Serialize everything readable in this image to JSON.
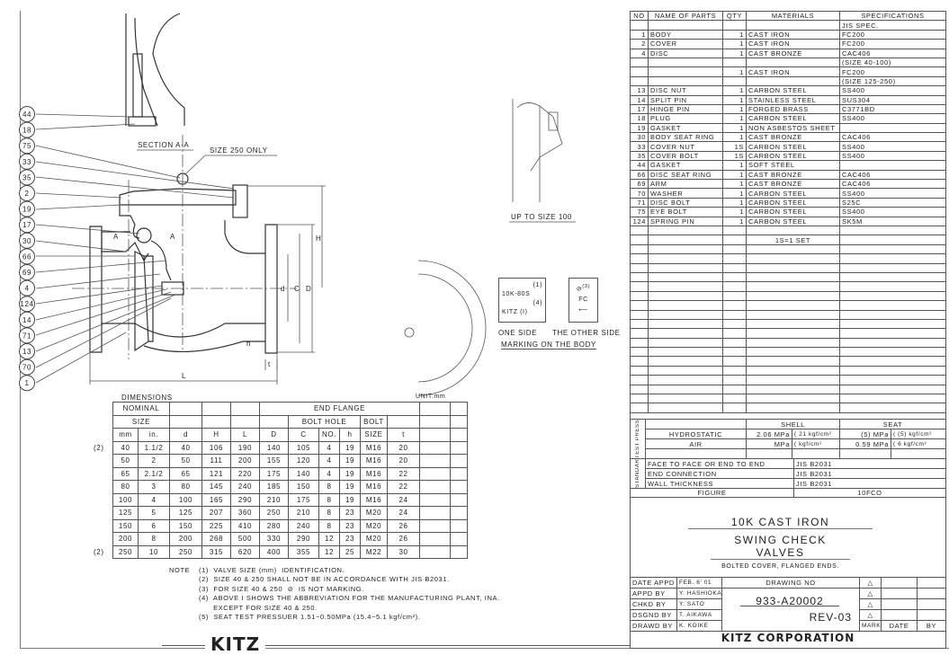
{
  "parts_table": {
    "headers": [
      "NO",
      "NAME OF PARTS",
      "QTY",
      "MATERIALS",
      "SPECIFICATIONS"
    ],
    "rows": [
      [
        "",
        "",
        "",
        "",
        "JIS SPEC."
      ],
      [
        "1",
        "BODY",
        "1",
        "CAST IRON",
        "FC200"
      ],
      [
        "2",
        "COVER",
        "1",
        "CAST IRON",
        "FC200"
      ],
      [
        "4",
        "DISC",
        "1",
        "CAST BRONZE",
        "CAC406"
      ],
      [
        "",
        "",
        "",
        "",
        "(SIZE 40-100)"
      ],
      [
        "",
        "",
        "1",
        "CAST IRON",
        "FC200"
      ],
      [
        "",
        "",
        "",
        "",
        "(SIZE 125-250)"
      ],
      [
        "13",
        "DISC NUT",
        "1",
        "CARBON STEEL",
        "SS400"
      ],
      [
        "14",
        "SPLIT PIN",
        "1",
        "STAINLESS STEEL",
        "SUS304"
      ],
      [
        "17",
        "HINGE PIN",
        "1",
        "FORGED BRASS",
        "C3771BD"
      ],
      [
        "18",
        "PLUG",
        "1",
        "CARBON STEEL",
        "SS400"
      ],
      [
        "19",
        "GASKET",
        "1",
        "NON ASBESTOS SHEET",
        ""
      ],
      [
        "30",
        "BODY SEAT RING",
        "1",
        "CAST BRONZE",
        "CAC406"
      ],
      [
        "33",
        "COVER NUT",
        "1S",
        "CARBON STEEL",
        "SS400"
      ],
      [
        "35",
        "COVER BOLT",
        "1S",
        "CARBON STEEL",
        "SS400"
      ],
      [
        "44",
        "GASKET",
        "1",
        "SOFT STEEL",
        ""
      ],
      [
        "66",
        "DISC SEAT RING",
        "1",
        "CAST BRONZE",
        "CAC406"
      ],
      [
        "69",
        "ARM",
        "1",
        "CAST BRONZE",
        "CAC406"
      ],
      [
        "70",
        "WASHER",
        "1",
        "CARBON STEEL",
        "SS400"
      ],
      [
        "71",
        "DISC BOLT",
        "1",
        "CARBON STEEL",
        "S25C"
      ],
      [
        "75",
        "EYE BOLT",
        "1",
        "CARBON STEEL",
        "SS400"
      ],
      [
        "124",
        "SPRING PIN",
        "1",
        "CARBON STEEL",
        "SK5M"
      ],
      [
        "",
        "",
        "",
        "",
        ""
      ],
      [
        "",
        "",
        "",
        "1S=1 SET",
        ""
      ]
    ]
  },
  "test_pressure": {
    "label": "TEST PRESSURE",
    "shell": "SHELL",
    "seat": "SEAT",
    "rows": [
      {
        "name": "HYDROSTATIC",
        "shell_mpa": "2.06 MPa",
        "shell_kgf": "( 21 kgf/cm²",
        "seat_mpa": "(5)  MPa",
        "seat_kgf": "( (5) kgf/cm²"
      },
      {
        "name": "AIR",
        "shell_mpa": "MPa",
        "shell_kgf": "(     kgf/cm²",
        "seat_mpa": "0.59 MPa",
        "seat_kgf": "(  6  kgf/cm²"
      }
    ]
  },
  "standard": {
    "label": "STANDARD",
    "rows": [
      [
        "FACE TO FACE OR END TO END",
        "JIS B2031"
      ],
      [
        "END CONNECTION",
        "JIS B2031"
      ],
      [
        "WALL THICKNESS",
        "JIS B2031"
      ]
    ],
    "figure_label": "FIGURE",
    "figure_value": "10FCO"
  },
  "title": {
    "line1": "10K CAST IRON",
    "line2": "SWING CHECK VALVES",
    "line3": "BOLTED COVER, FLANGED ENDS."
  },
  "title_block": {
    "rows": [
      [
        "DATE APPD",
        "FEB. 6' 01"
      ],
      [
        "APPD BY",
        "Y. HASHIOKA"
      ],
      [
        "CHKD BY",
        "Y. SATO"
      ],
      [
        "DSGND BY",
        "T. AIKAWA"
      ],
      [
        "DRAWD BY",
        "K. KOIKE"
      ]
    ],
    "drawing_no_label": "DRAWING  NO",
    "drawing_no": "933-A20002",
    "rev": "REV-03",
    "mark": "MARK",
    "date": "DATE",
    "by": "BY",
    "company": "KITZ CORPORATION"
  },
  "dimensions": {
    "title": "DIMENSIONS",
    "unit": "UNIT:mm",
    "h_nominal": "NOMINAL",
    "h_size": "SIZE",
    "h_end_flange": "END  FLANGE",
    "h_bolt_hole": "BOLT  HOLE",
    "h_bolt": "BOLT",
    "cols": [
      "mm",
      "in.",
      "d",
      "H",
      "L",
      "D",
      "C",
      "NO.",
      "h",
      "SIZE",
      "t"
    ],
    "rows": [
      [
        "(2)",
        "40",
        "1.1/2",
        "40",
        "106",
        "190",
        "140",
        "105",
        "4",
        "19",
        "M16",
        "20"
      ],
      [
        "",
        "50",
        "2",
        "50",
        "111",
        "200",
        "155",
        "120",
        "4",
        "19",
        "M16",
        "20"
      ],
      [
        "",
        "65",
        "2.1/2",
        "65",
        "121",
        "220",
        "175",
        "140",
        "4",
        "19",
        "M16",
        "22"
      ],
      [
        "",
        "80",
        "3",
        "80",
        "145",
        "240",
        "185",
        "150",
        "8",
        "19",
        "M16",
        "22"
      ],
      [
        "",
        "100",
        "4",
        "100",
        "165",
        "290",
        "210",
        "175",
        "8",
        "19",
        "M16",
        "24"
      ],
      [
        "",
        "125",
        "5",
        "125",
        "207",
        "360",
        "250",
        "210",
        "8",
        "23",
        "M20",
        "24"
      ],
      [
        "",
        "150",
        "6",
        "150",
        "225",
        "410",
        "280",
        "240",
        "8",
        "23",
        "M20",
        "26"
      ],
      [
        "",
        "200",
        "8",
        "200",
        "268",
        "500",
        "330",
        "290",
        "12",
        "23",
        "M20",
        "26"
      ],
      [
        "(2)",
        "250",
        "10",
        "250",
        "315",
        "620",
        "400",
        "355",
        "12",
        "25",
        "M22",
        "30"
      ]
    ]
  },
  "notes": {
    "label": "NOTE",
    "items": [
      "(1)  VALVE SIZE (mm)  IDENTIFICATION.",
      "(2)  SIZE 40 & 250 SHALL NOT BE IN ACCORDANCE WITH JIS B2031.",
      "(3)  FOR SIZE 40 & 250  ⊘  IS NOT MARKING.",
      "(4)  ABOVE I SHOWS THE ABBREVIATION FOR THE MANUFACTURING PLANT, INA.",
      "      EXCEPT FOR SIZE 40 & 250.",
      "(5)  SEAT TEST PRESSUER 1.51~0.50MPa (15.4~5.1 kgf/cm²)."
    ]
  },
  "footer_logo": "KITZ",
  "drawing": {
    "section_label": "SECTION A-A",
    "size250": "SIZE 250 ONLY",
    "upto100": "UP TO SIZE 100",
    "balloons": [
      "44",
      "18",
      "75",
      "33",
      "35",
      "2",
      "19",
      "17",
      "30",
      "66",
      "69",
      "4",
      "124",
      "14",
      "71",
      "13",
      "70",
      "1"
    ],
    "dim_H": "H",
    "dim_L": "L",
    "dim_d": "d",
    "dim_C": "C",
    "dim_D": "D",
    "dim_h": "h",
    "dim_t": "t",
    "sec_a": "A"
  },
  "marking": {
    "one_side": "ONE SIDE",
    "other_side": "THE OTHER SIDE",
    "caption": "MARKING ON THE BODY",
    "n1": "(1)",
    "size_text": "10K-80S",
    "n4": "(4)",
    "kitz": "KITZ",
    "i": "(I)",
    "n3": "(3)",
    "fc": "FC"
  }
}
